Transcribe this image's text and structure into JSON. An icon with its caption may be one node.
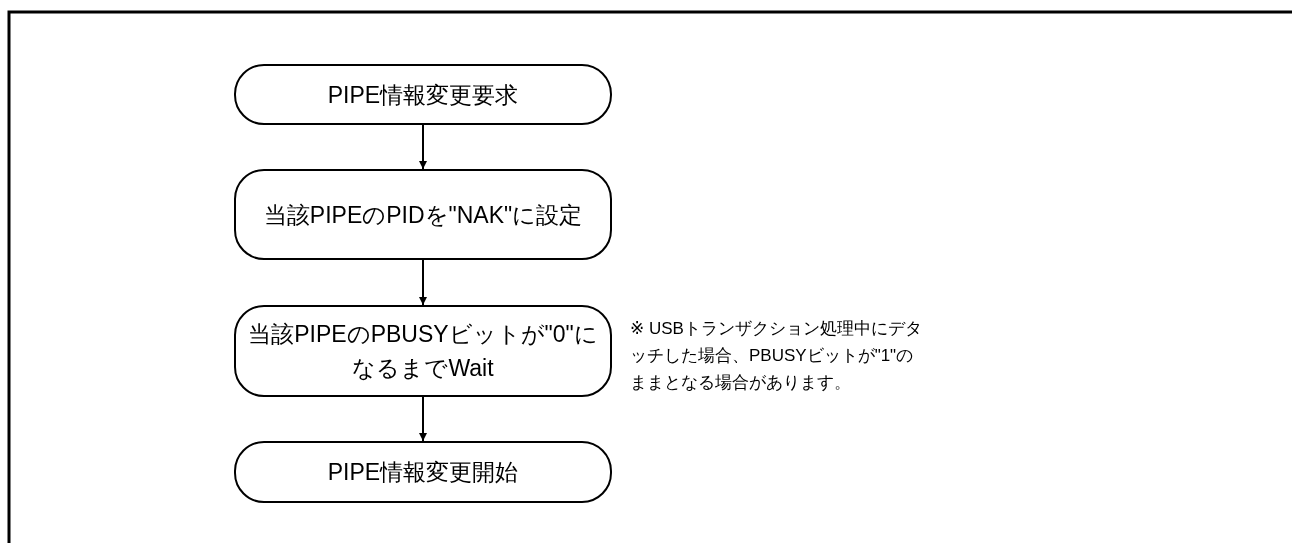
{
  "diagram": {
    "nodes": [
      {
        "text": [
          "PIPE情報変更要求"
        ]
      },
      {
        "text": [
          "当該PIPEのPIDを\"NAK\"に設定"
        ]
      },
      {
        "text": [
          "当該PIPEのPBUSYビットが\"0\"になるまでWait"
        ],
        "beside": [
          "※ USBトランザクション処理中にデタッチした場合、PBUSYビットが\"1\"のままとなる場合があります。"
        ]
      },
      {
        "text": [
          "PIPE情報変更開始"
        ]
      }
    ],
    "edges": [
      {
        "from": 0,
        "to": 1,
        "arrow": "to"
      },
      {
        "from": 1,
        "to": 2,
        "arrow": "to"
      },
      {
        "from": 2,
        "to": 3,
        "arrow": "to"
      }
    ]
  }
}
